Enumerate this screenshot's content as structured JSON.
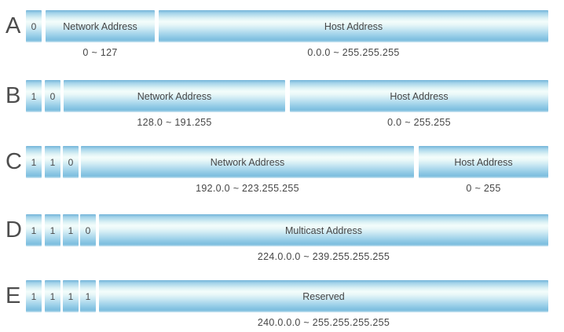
{
  "colors": {
    "bar_top": "#72b3d8",
    "bar_middle": "#f3fdfb",
    "bar_bottom": "#7dbede",
    "bar_bottom_edge": "#d4e8f3",
    "text": "#464646"
  },
  "rows": [
    {
      "label": "A",
      "bits": [
        "0"
      ],
      "segments": [
        {
          "name": "Network Address",
          "range": "0 ~ 127"
        },
        {
          "name": "Host Address",
          "range": "0.0.0 ~ 255.255.255"
        }
      ]
    },
    {
      "label": "B",
      "bits": [
        "1",
        "0"
      ],
      "segments": [
        {
          "name": "Network Address",
          "range": "128.0 ~ 191.255"
        },
        {
          "name": "Host Address",
          "range": "0.0 ~ 255.255"
        }
      ]
    },
    {
      "label": "C",
      "bits": [
        "1",
        "1",
        "0"
      ],
      "segments": [
        {
          "name": "Network Address",
          "range": "192.0.0 ~ 223.255.255"
        },
        {
          "name": "Host Address",
          "range": "0 ~ 255"
        }
      ]
    },
    {
      "label": "D",
      "bits": [
        "1",
        "1",
        "1",
        "0"
      ],
      "segments": [
        {
          "name": "Multicast Address",
          "range": "224.0.0.0 ~ 239.255.255.255"
        }
      ]
    },
    {
      "label": "E",
      "bits": [
        "1",
        "1",
        "1",
        "1"
      ],
      "segments": [
        {
          "name": "Reserved",
          "range": "240.0.0.0 ~ 255.255.255.255"
        }
      ]
    }
  ]
}
